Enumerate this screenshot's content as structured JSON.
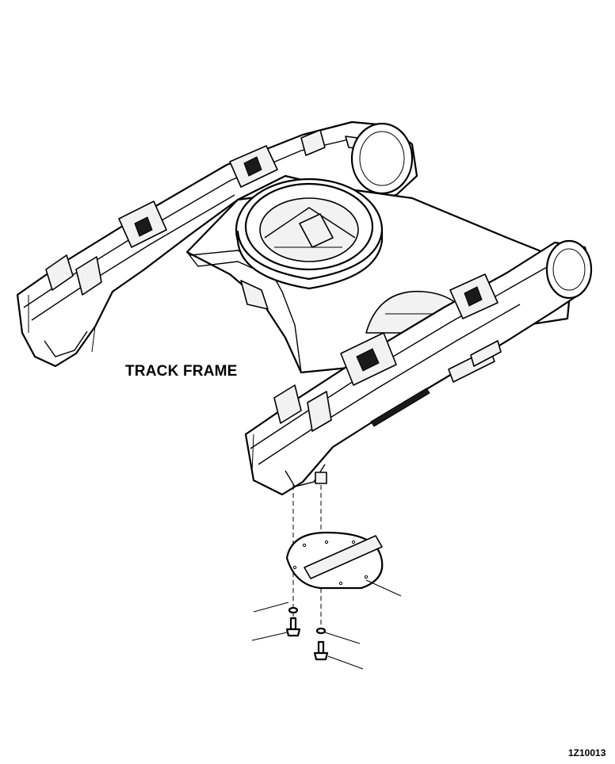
{
  "diagram": {
    "title_label": "TRACK FRAME",
    "figure_code": "1Z10013"
  },
  "parts": [
    {
      "name": "track-frame"
    },
    {
      "name": "swing-bearing-ring"
    },
    {
      "name": "cover-plate"
    },
    {
      "name": "washer"
    },
    {
      "name": "bolt"
    }
  ]
}
